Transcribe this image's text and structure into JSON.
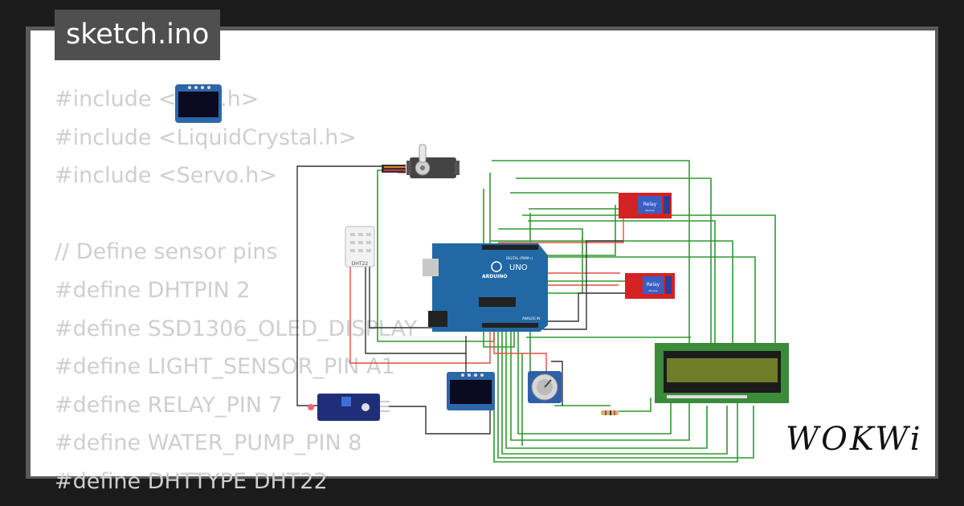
{
  "tab": {
    "title": "sketch.ino"
  },
  "code": {
    "lines": [
      "#include <DHT.h>",
      "#include <LiquidCrystal.h>",
      "#include <Servo.h>",
      "",
      "// Define sensor pins",
      "#define DHTPIN 2",
      "#define SSD1306_OLED_DISPLAY",
      "#define LIGHT_SENSOR_PIN A1",
      "#define RELAY_PIN 7",
      "#define WATER_PUMP_PIN 8",
      "#define DHTTYPE DHT22"
    ]
  },
  "components": {
    "arduino": {
      "brand": "ARDUINO",
      "model": "UNO",
      "digital_label": "DIGITAL (PWM~)",
      "analog_label": "ANALOG IN"
    },
    "relay_top": {
      "label": "Relay",
      "sub": "Module"
    },
    "relay_bottom": {
      "label": "Relay",
      "sub": "Module"
    },
    "dht": {
      "label": "DHT22"
    }
  },
  "brand": {
    "logo": "WOKWi"
  },
  "colors": {
    "wire_green": "#2f9a2f",
    "wire_red": "#e0503e",
    "wire_black": "#333333",
    "board_blue": "#2268a4",
    "relay_red": "#d32222",
    "lcd_green": "#3b8b3b"
  }
}
